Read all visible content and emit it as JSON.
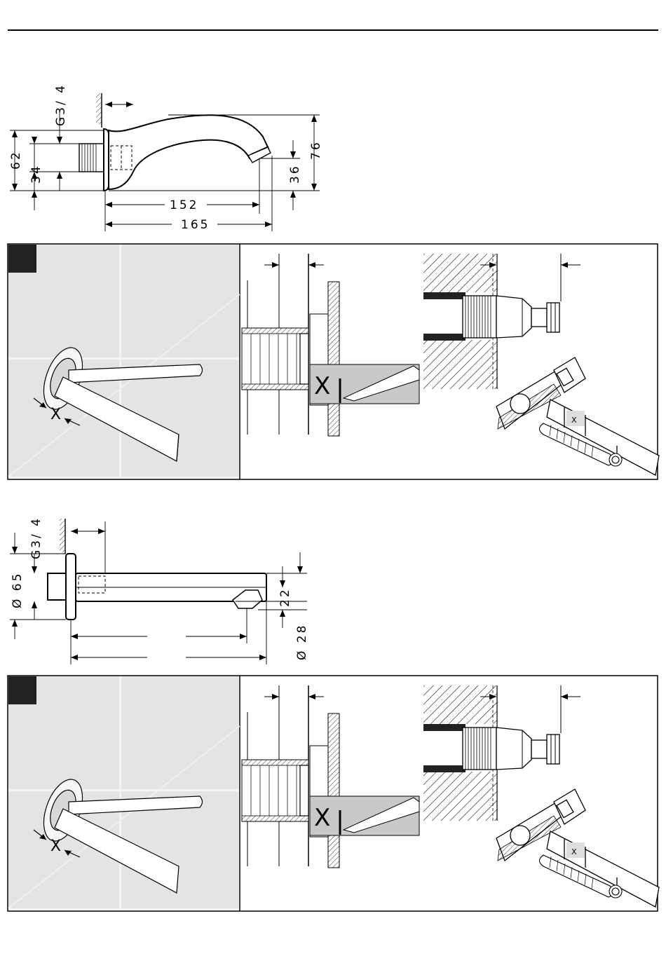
{
  "spout1": {
    "thread_label": "G3/ 4",
    "dim_flange_height": "62",
    "dim_thread_height": "34",
    "dim_outlet_height": "36",
    "dim_total_height": "76",
    "dim_projection_outlet": "152",
    "dim_projection_total": "165"
  },
  "spout2": {
    "thread_label": "G3/ 4",
    "dim_flange_diameter": "Ø 65",
    "dim_outlet_height": "22",
    "dim_pipe_diameter": "Ø 28"
  },
  "install_step": {
    "x_marker": "X",
    "x_marker_small": "X"
  },
  "colors": {
    "line": "#000000",
    "tile_background": "#e4e4e4",
    "tile_joint": "#f4f4f4",
    "shaded_insert": "#c8c8c8"
  }
}
